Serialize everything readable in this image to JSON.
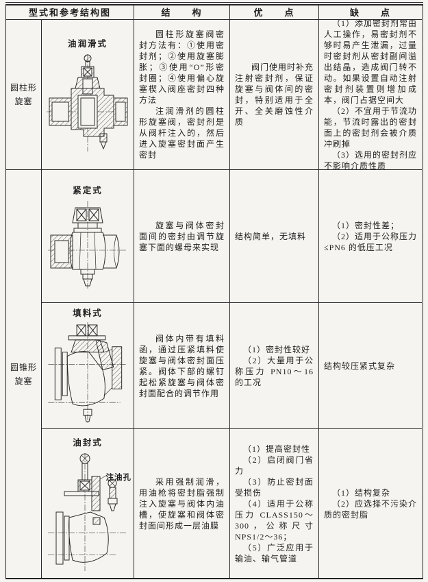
{
  "page": {
    "background": "#f5f4f0",
    "ink": "#1e1e1e"
  },
  "table": {
    "headers": {
      "type_diagram": "型式和参考结构图",
      "structure": "结　　构",
      "advantages": "优　　点",
      "disadvantages": "缺　　点"
    },
    "groups": [
      {
        "line1": "圆柱形",
        "line2": "旋塞"
      },
      {
        "line1": "圆锥形",
        "line2": "旋塞"
      }
    ],
    "rows": [
      {
        "diagram_title": "油润滑式",
        "structure": [
          "圆柱形旋塞阀密封方法有：①使用密封剂；②使用旋塞膨胀；③使用“O”形密封圈；④使用偏心旋塞楔入阀座密封四种方法",
          "注润滑剂的圆柱形旋塞阀，密封剂是从阀杆注入的，然后进入旋塞密封面产生密封"
        ],
        "advantages": [
          "阀门使用时补充注射密封剂，保证旋塞与阀体间的密封，特别适用于全开、全关磨蚀性介质"
        ],
        "disadvantages": [
          "（1）添加密封剂常由人工操作，易密封剂不够时易产生泄漏，过量时密封剂从密封副间溢出结晶，造成阀门转不动。如果设置自动注射密封剂装置则增加成本，阀门占据空间大",
          "（2）不宜用于节流功能，节流时露出的密封面上的密封剂会被介质冲刷掉",
          "（3）选用的密封剂应不影响介质性质"
        ]
      },
      {
        "diagram_title": "紧定式",
        "structure": [
          "旋塞与阀体密封面间的密封由调节旋塞下面的螺母来实现"
        ],
        "advantages": [
          "结构简单，无填料"
        ],
        "disadvantages": [
          "（1）密封性差；",
          "（2）适用于公称压力≤PN6 的低压工况"
        ]
      },
      {
        "diagram_title": "填料式",
        "structure": [
          "阀体内带有填料函，通过压紧填料使旋塞与阀体密封面压紧。阀体下部的螺钉起松紧旋塞与阀体密封面配合的调节作用"
        ],
        "advantages": [
          "（1）密封性较好",
          "（2）大量用于公称压力 PN10～16 的工况"
        ],
        "disadvantages": [
          "结构较压紧式复杂"
        ]
      },
      {
        "diagram_title": "油封式",
        "diagram_annotation": "注油孔",
        "structure": [
          "采用强制润滑，用油枪将密封脂强制注入旋塞与阀体内油槽，使旋塞和阀体密封面间形成一层油膜"
        ],
        "advantages": [
          "（1）提高密封性",
          "（2）启闭阀门省力",
          "（3）防止密封面受损伤",
          "（4）适用于公称压力 CLASS150～300，公称尺寸 NPS1/2～36；",
          "（5）广泛应用于输油、输气管道"
        ],
        "disadvantages": [
          "（1）结构复杂",
          "（2）应选择不污染介质的密封脂"
        ]
      }
    ]
  }
}
